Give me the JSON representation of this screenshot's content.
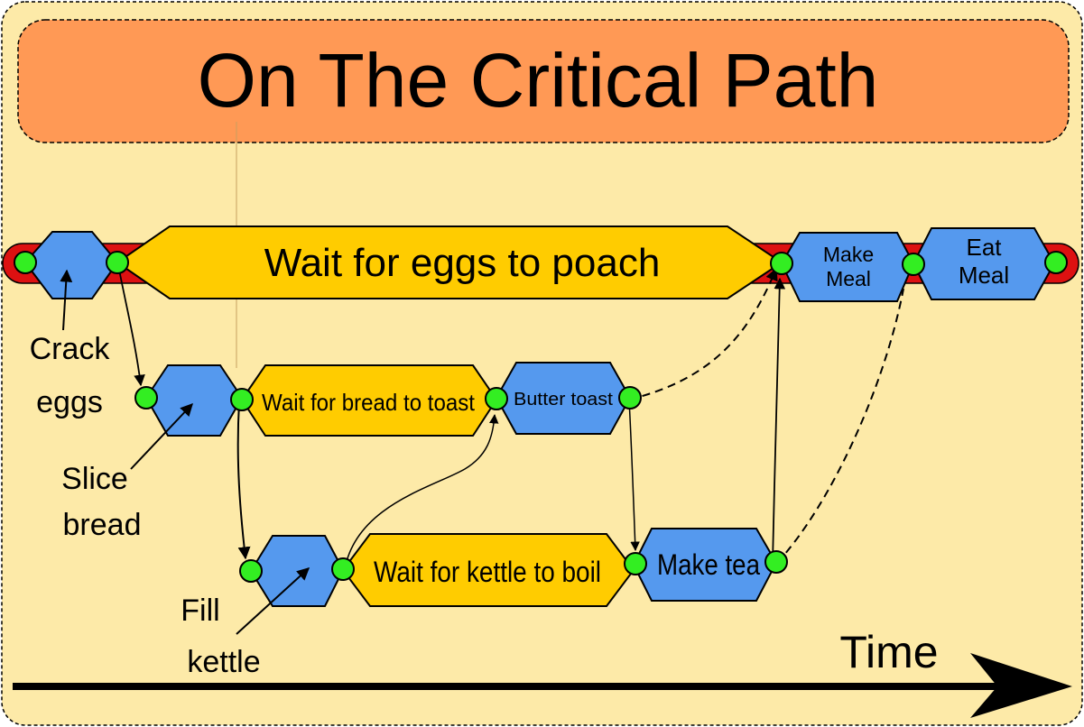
{
  "title": "On The Critical Path",
  "tasks": {
    "wait_eggs": "Wait for eggs to poach",
    "make_meal": [
      "Make",
      "Meal"
    ],
    "eat_meal": [
      "Eat",
      "Meal"
    ],
    "wait_bread": "Wait for bread to toast",
    "butter_toast": "Butter toast",
    "wait_kettle": "Wait for kettle to boil",
    "make_tea": "Make tea"
  },
  "labels": {
    "crack_eggs": [
      "Crack",
      "eggs"
    ],
    "slice_bread": [
      "Slice",
      "bread"
    ],
    "fill_kettle": [
      "Fill",
      "kettle"
    ]
  },
  "axis_label": "Time",
  "colors": {
    "background": "#fdeaa8",
    "title_box": "#ff9955",
    "active_task": "#5599ee",
    "wait_task": "#ffcc00",
    "critical_path": "#dd1111",
    "node": "#33ee22"
  }
}
